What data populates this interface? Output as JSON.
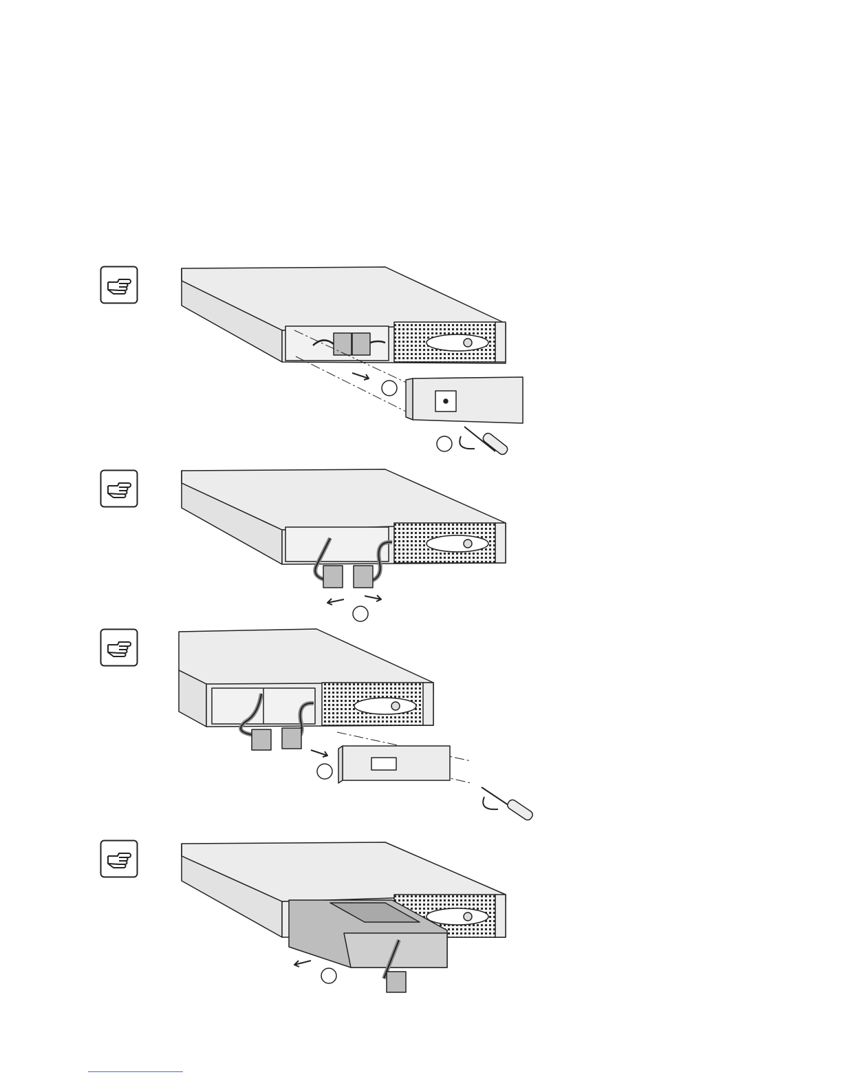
{
  "page": {
    "background": "#ffffff",
    "steps": [
      {
        "id": 1,
        "note_icon": "pointing-hand-icon",
        "illustration": "remove-battery-door-cover"
      },
      {
        "id": 2,
        "note_icon": "pointing-hand-icon",
        "illustration": "disconnect-battery-connectors"
      },
      {
        "id": 3,
        "note_icon": "pointing-hand-icon",
        "illustration": "remove-retaining-bracket"
      },
      {
        "id": 4,
        "note_icon": "pointing-hand-icon",
        "illustration": "slide-out-battery-pack"
      }
    ],
    "colors": {
      "line": "#222222",
      "cabinet": "#ececec",
      "battery": "#bdbdbd",
      "rule": "#3f6fd0"
    }
  }
}
